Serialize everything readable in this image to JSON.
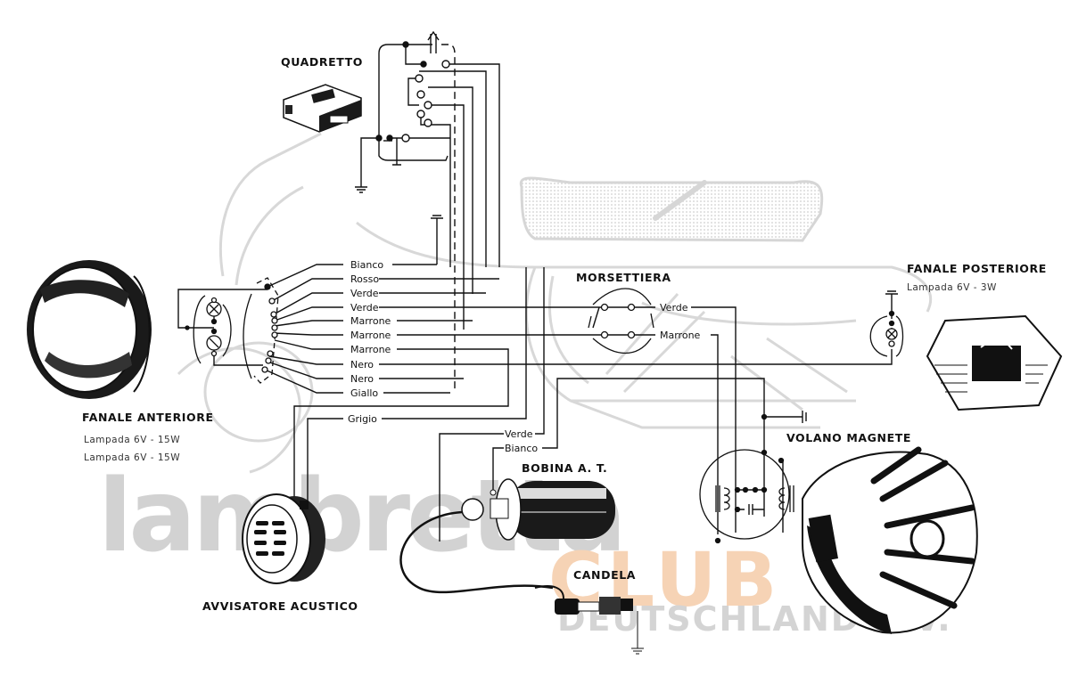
{
  "diagram": {
    "type": "wiring-diagram",
    "subject": "Lambretta electrical wiring"
  },
  "watermark": {
    "brand": "lambretta",
    "club": "CLUB",
    "country": "DEUTSCHLAND e.V.",
    "brand_color": "#d0d0d0",
    "club_color": "#f5d2b4",
    "country_color": "#d2d2d2"
  },
  "components": {
    "quadretto": {
      "title": "QUADRETTO"
    },
    "fanale_anteriore": {
      "title": "FANALE ANTERIORE",
      "lamps": [
        "Lampada 6V - 15W",
        "Lampada 6V - 15W"
      ]
    },
    "fanale_posteriore": {
      "title": "FANALE POSTERIORE",
      "lamp": "Lampada 6V - 3W"
    },
    "morsettiera": {
      "title": "MORSETTIERA",
      "wires": [
        "Verde",
        "Marrone"
      ]
    },
    "volano_magnete": {
      "title": "VOLANO MAGNETE"
    },
    "bobina": {
      "title": "BOBINA A. T.",
      "wires": [
        "Verde",
        "Bianco"
      ]
    },
    "avvisatore": {
      "title": "AVVISATORE ACUSTICO"
    },
    "candela": {
      "title": "CANDELA"
    }
  },
  "harness": {
    "wires": [
      "Bianco",
      "Rosso",
      "Verde",
      "Verde",
      "Marrone",
      "Marrone",
      "Marrone",
      "Nero",
      "Nero",
      "Giallo"
    ],
    "grigio": "Grigio"
  },
  "colors": {
    "ink": "#111111",
    "ghost": "#d6d6d6"
  }
}
